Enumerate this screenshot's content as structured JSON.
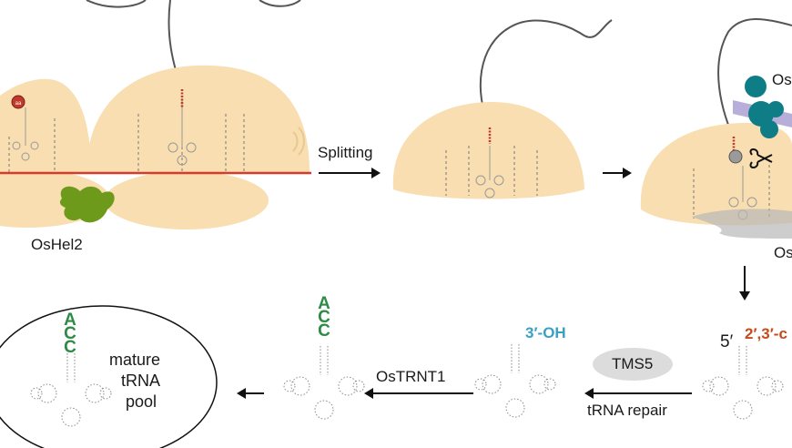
{
  "labels": {
    "oshel2": "OsHel2",
    "splitting": "Splitting",
    "os_top": "Os",
    "os_bottom": "Os",
    "mature_pool": [
      "mature",
      "tRNA",
      "pool"
    ],
    "ostrnt1": "OsTRNT1",
    "three_oh": "3′-OH",
    "tms5": "TMS5",
    "trna_repair": "tRNA repair",
    "five_prime": "5′",
    "cyclic_end": "2′,3′-c",
    "aa": "aa",
    "acc_letters": [
      "A",
      "C",
      "C"
    ]
  },
  "colors": {
    "ribosome": "#f8deb0",
    "mrna": "#d63a2a",
    "oshel2": "#6e9a1c",
    "acc_green": "#2e8b45",
    "three_oh_blue": "#3aa0c4",
    "cyclic_red": "#c84a1c",
    "tms5_fill": "#dcdcdc",
    "teal_factor": "#0f7d86",
    "purple_factor": "#a59ad0"
  },
  "icons": [
    "ribosome-shape",
    "trna-cloverleaf",
    "arrow-right",
    "arrow-left",
    "arrow-down",
    "aa-ball"
  ]
}
